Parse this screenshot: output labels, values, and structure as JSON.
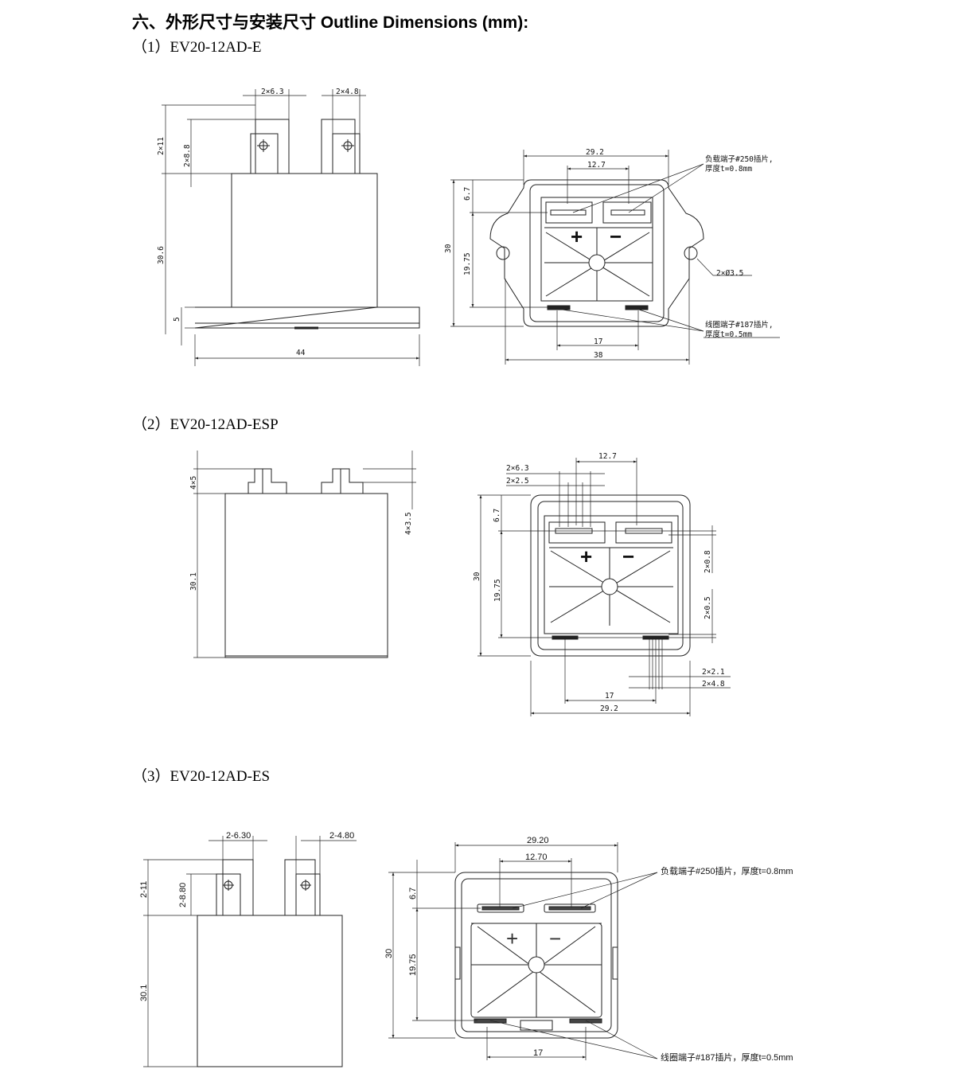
{
  "page": {
    "heading": "六、外形尺寸与安装尺寸 Outline Dimensions (mm):"
  },
  "sections": [
    {
      "title": "（1）EV20-12AD-E",
      "side_labels": {
        "tab_a": "2×6.3",
        "tab_b": "2×4.8",
        "h_total": "2×11",
        "h_tab": "2×8.8",
        "h_body": "30.6",
        "h_flange": "5",
        "w_total": "44"
      },
      "top_labels": {
        "w_outer": "29.2",
        "w_pitch": "12.7",
        "h_top": "6.7",
        "h_total": "30",
        "h_inner": "19.75",
        "coil_pitch": "17",
        "w_mount": "38",
        "hole": "2×Ø3.5",
        "note_load_1": "负载端子#250插片,",
        "note_load_2": "厚度t=0.8mm",
        "note_coil_1": "线圈端子#187插片,",
        "note_coil_2": "厚度t=0.5mm",
        "plus": "+",
        "minus": "−"
      }
    },
    {
      "title": "（2）EV20-12AD-ESP",
      "side_labels": {
        "h_top": "4×5",
        "h_pin": "4×3.5",
        "h_body": "30.1"
      },
      "top_labels": {
        "w_pitch": "12.7",
        "tab_w": "2×6.3",
        "tab_t": "2×2.5",
        "h_top": "6.7",
        "h_total": "30",
        "h_inner": "19.75",
        "t_load": "2×0.8",
        "t_coil": "2×0.5",
        "coil_t": "2×2.1",
        "coil_w": "2×4.8",
        "coil_pitch": "17",
        "w_outer": "29.2",
        "plus": "+",
        "minus": "−"
      }
    },
    {
      "title": "（3）EV20-12AD-ES",
      "side_labels": {
        "tab_a": "2-6.30",
        "tab_b": "2-4.80",
        "h_total": "2-11",
        "h_tab": "2-8.80",
        "h_body": "30.1"
      },
      "top_labels": {
        "w_outer": "29.20",
        "w_pitch": "12.70",
        "h_top": "6.7",
        "h_total": "30",
        "h_inner": "19.75",
        "coil_pitch": "17",
        "note_load": "负载端子#250插片，厚度t=0.8mm",
        "note_coil": "线圈端子#187插片，厚度t=0.5mm",
        "plus": "+",
        "minus": "−"
      }
    }
  ]
}
